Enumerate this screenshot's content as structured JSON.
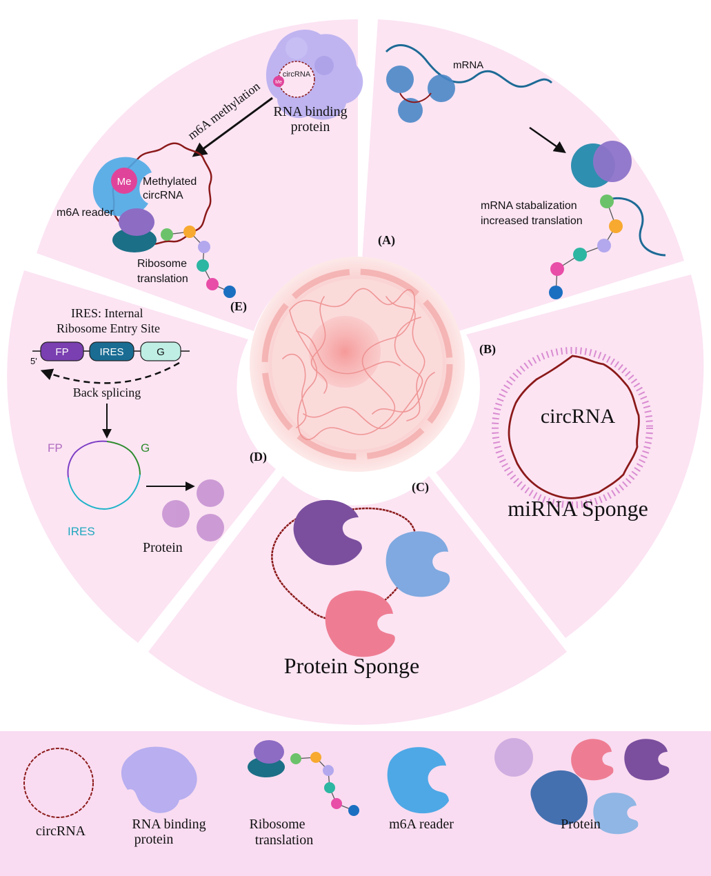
{
  "sections": {
    "a": {
      "label": "(A)",
      "mrna": "mRNA",
      "caption_line1": "mRNA stabalization",
      "caption_line2": "increased translation"
    },
    "b": {
      "label": "(B)",
      "circ_label": "circRNA",
      "title": "miRNA Sponge"
    },
    "c": {
      "label": "(C)",
      "title": "Protein Sponge"
    },
    "d": {
      "label": "(D)",
      "ires_line1": "IRES: Internal",
      "ires_line2": "Ribosome Entry Site",
      "five_prime": "5'",
      "gene_fp": "FP",
      "gene_ires": "IRES",
      "gene_g": "G",
      "back_splicing": "Back splicing",
      "circ_fp": "FP",
      "circ_g": "G",
      "circ_ires": "IRES",
      "protein": "Protein"
    },
    "e": {
      "label": "(E)",
      "m6a_methylation": "m6A methylation",
      "small_circ": "circRNA",
      "small_me": "Me",
      "rbp_line1": "RNA binding",
      "rbp_line2": "protein",
      "me": "Me",
      "methylated_line1": "Methylated",
      "methylated_line2": "circRNA",
      "m6a_reader": "m6A reader",
      "ribosome_line1": "Ribosome",
      "ribosome_line2": "translation"
    }
  },
  "legend": {
    "circrna": "circRNA",
    "rbp_line1": "RNA binding",
    "rbp_line2": "protein",
    "ribosome_line1": "Ribosome",
    "ribosome_line2": "translation",
    "m6a_reader": "m6A reader",
    "protein": "Protein"
  },
  "colors": {
    "panel_fill": "#fce4f3",
    "legend_fill": "#f9dcf1",
    "rna_dark_red": "#8b1a1a",
    "mrna_blue": "#1d6a95",
    "ribosome_teal": "#1b6f86",
    "ribosome_purple": "#8d6cc4",
    "fp_purple": "#7a3fb0",
    "ires_blue": "#1a6c93",
    "g_teal": "#bfeee4",
    "reader_blue": "#4ea8e6",
    "me_pink": "#e0449a",
    "nucleus_pink": "#f5a5a5"
  },
  "icons": [
    "circrna-icon",
    "rna-binding-protein-icon",
    "ribosome-icon",
    "m6a-reader-icon",
    "protein-icon",
    "nucleus-icon",
    "arrow-icon"
  ]
}
